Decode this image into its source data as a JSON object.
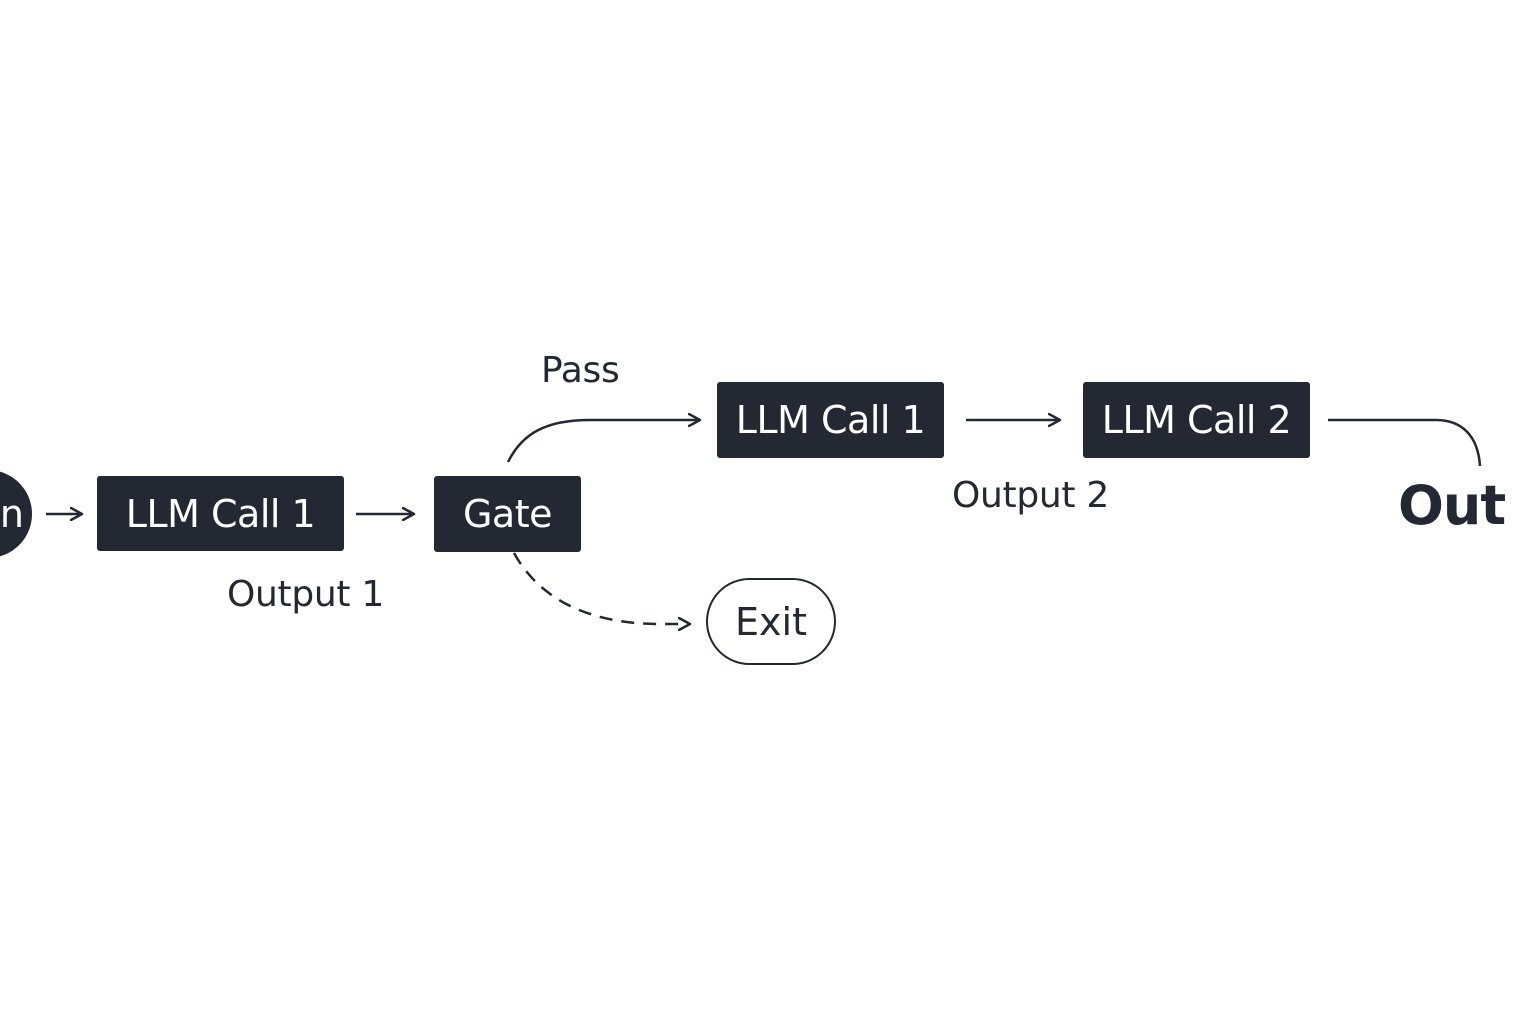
{
  "nodes": {
    "start": "n",
    "llm_call_1_first": "LLM Call 1",
    "gate": "Gate",
    "llm_call_1_second": "LLM Call 1",
    "llm_call_2": "LLM Call 2",
    "exit": "Exit",
    "out": "Out"
  },
  "labels": {
    "output_1": "Output 1",
    "pass": "Pass",
    "output_2": "Output 2"
  },
  "colors": {
    "node_fill": "#232832",
    "node_text": "#ffffff",
    "edge": "#232832",
    "background": "#ffffff"
  }
}
